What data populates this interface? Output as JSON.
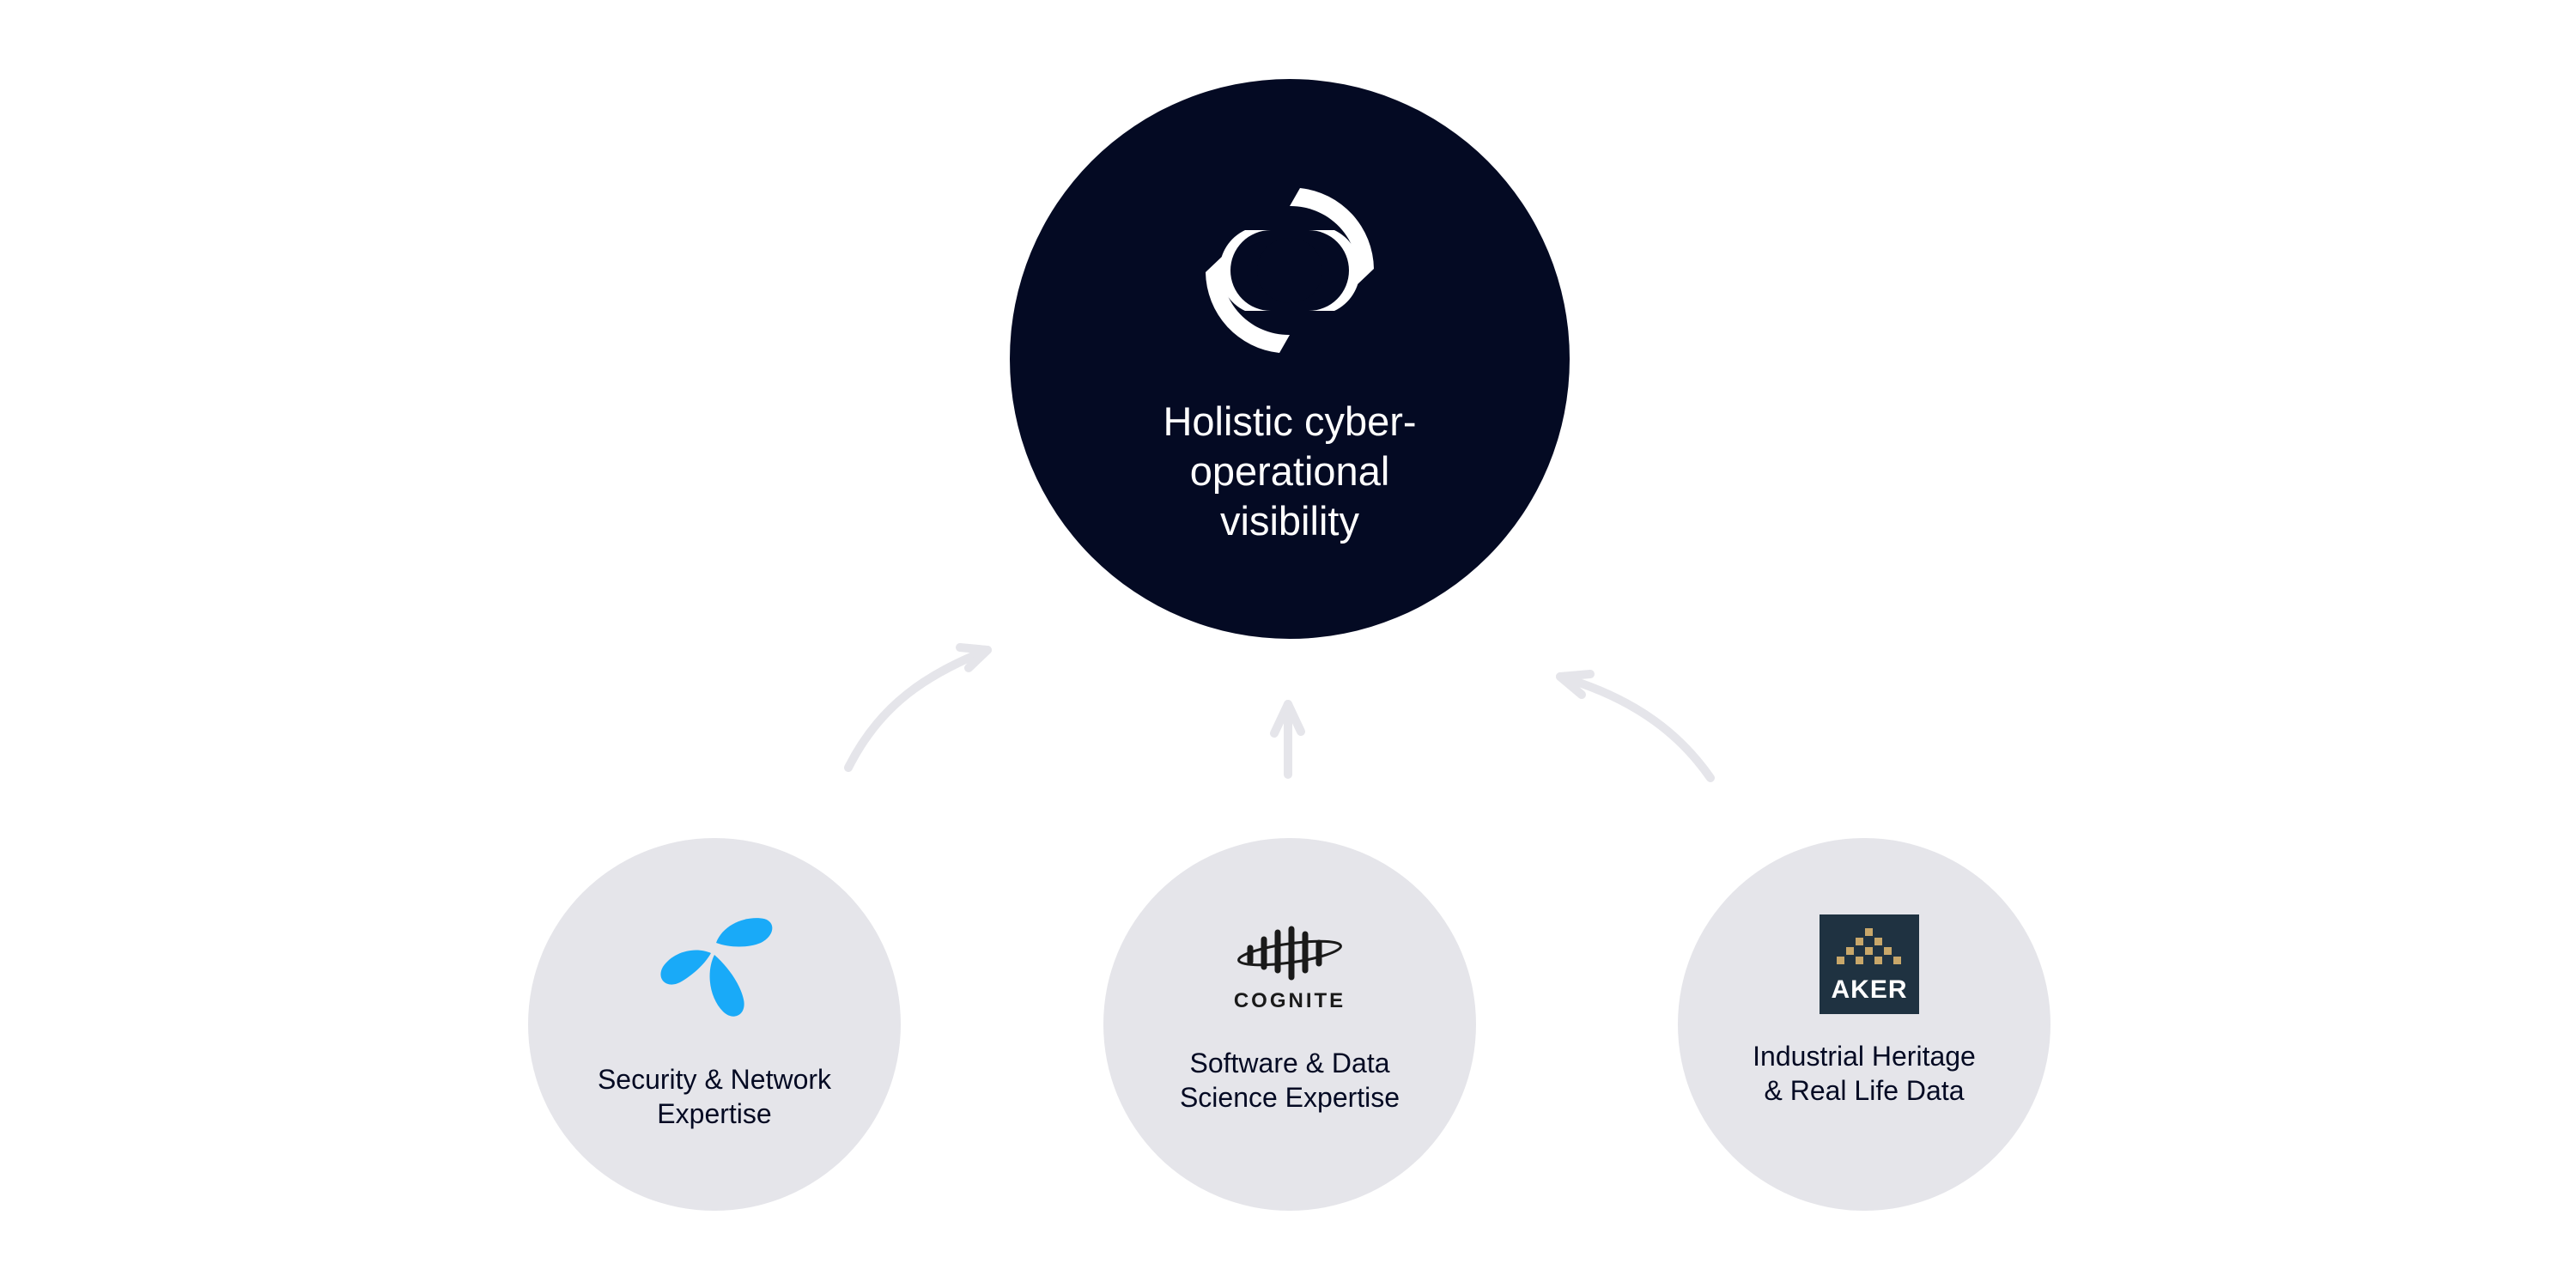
{
  "center": {
    "label": "Holistic cyber-\noperational\nvisibility"
  },
  "contributors": [
    {
      "logo": "telenor-logo",
      "label": "Security & Network\nExpertise"
    },
    {
      "logo": "cognite-logo",
      "logo_text": "COGNITE",
      "label": "Software & Data\nScience Expertise"
    },
    {
      "logo": "aker-logo",
      "logo_text": "AKER",
      "label": "Industrial Heritage\n& Real Life Data"
    }
  ],
  "colors": {
    "center_fill": "#040a23",
    "node_fill": "#e5e5ea",
    "arrow": "#e5e5ea",
    "text_dark": "#040a23",
    "telenor_blue": "#19aaf8",
    "aker_bg": "#1f3241",
    "aker_gold": "#c8a76a"
  }
}
